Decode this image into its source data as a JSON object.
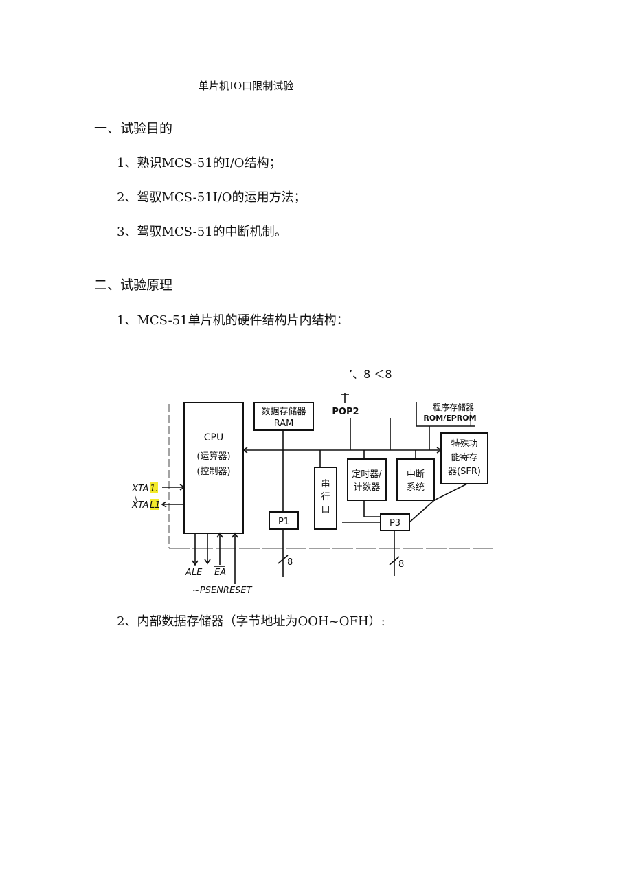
{
  "document": {
    "title": "单片机IO口限制试验",
    "section1": {
      "heading": "一、试验目的",
      "items": [
        "1、熟识MCS-51的I/O结构；",
        "2、驾驭MCS-51I/O的运用方法；",
        "3、驾驭MCS-51的中断机制。"
      ]
    },
    "section2": {
      "heading": "二、试验原理",
      "item1": "1、MCS-51单片机的硬件结构片内结构：",
      "item2": "2、内部数据存储器（字节地址为OOH~OFH）:"
    }
  },
  "diagram": {
    "top_note": "’、8 ＜8",
    "cpu": [
      "CPU",
      "(运算器)",
      "(控制器)"
    ],
    "ram": [
      "数据存储器",
      "RAM"
    ],
    "port_top": "POP2",
    "rom": [
      "程序存储器",
      "ROM/EPROM"
    ],
    "sfr": [
      "特殊功",
      "能寄存",
      "器(SFR)"
    ],
    "serial": [
      "串",
      "行",
      "口"
    ],
    "timer": [
      "定时器/",
      "计数器"
    ],
    "interrupt": [
      "中断",
      "系统"
    ],
    "p1": "P1",
    "p3": "P3",
    "xtal1": "XTA",
    "xtal1_hl": "1.",
    "xtal2": "XTA",
    "xtal2_hl": "L1",
    "tick": "\\",
    "bus_width_left": "8",
    "bus_width_right": "8",
    "ale": "ALE",
    "ea": "EA",
    "psen_reset": "~PSENRESET"
  },
  "colors": {
    "highlight": "#f3ea2a",
    "ink": "#111111"
  }
}
